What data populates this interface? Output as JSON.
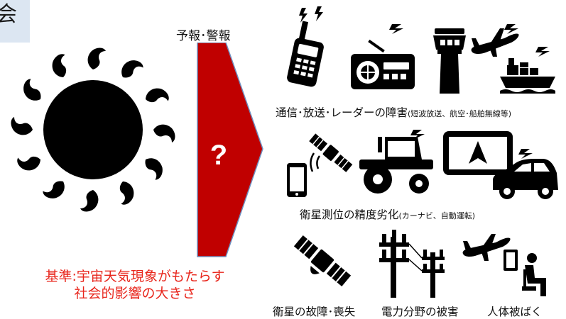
{
  "corner_tab": {
    "text": "会"
  },
  "arrow": {
    "label": "予報･警報",
    "mark": "?",
    "fill": "#c00000"
  },
  "criterion": {
    "line1": "基準:宇宙天気現象がもたらす",
    "line2": "社会的影響の大きさ",
    "color": "#e8261c"
  },
  "impacts": {
    "communication": {
      "label": "通信･放送･レーダーの障害",
      "detail": "(短波放送、航空･船舶無線等)",
      "icons": [
        "walkie-talkie-icon",
        "radio-icon",
        "control-tower-icon",
        "airplane-icon",
        "ship-icon"
      ]
    },
    "positioning": {
      "label": "衛星測位の精度劣化",
      "detail": "(カーナビ、自動運転)",
      "icons": [
        "smartphone-icon",
        "satellite-icon",
        "tractor-icon",
        "car-navigation-icon",
        "car-icon"
      ]
    },
    "satellite_failure": {
      "label": "衛星の故障･喪失",
      "icons": [
        "satellite-icon"
      ]
    },
    "power": {
      "label": "電力分野の被害",
      "icons": [
        "power-pole-icon"
      ]
    },
    "radiation": {
      "label": "人体被ばく",
      "icons": [
        "airplane-icon",
        "seated-passenger-icon"
      ]
    }
  }
}
